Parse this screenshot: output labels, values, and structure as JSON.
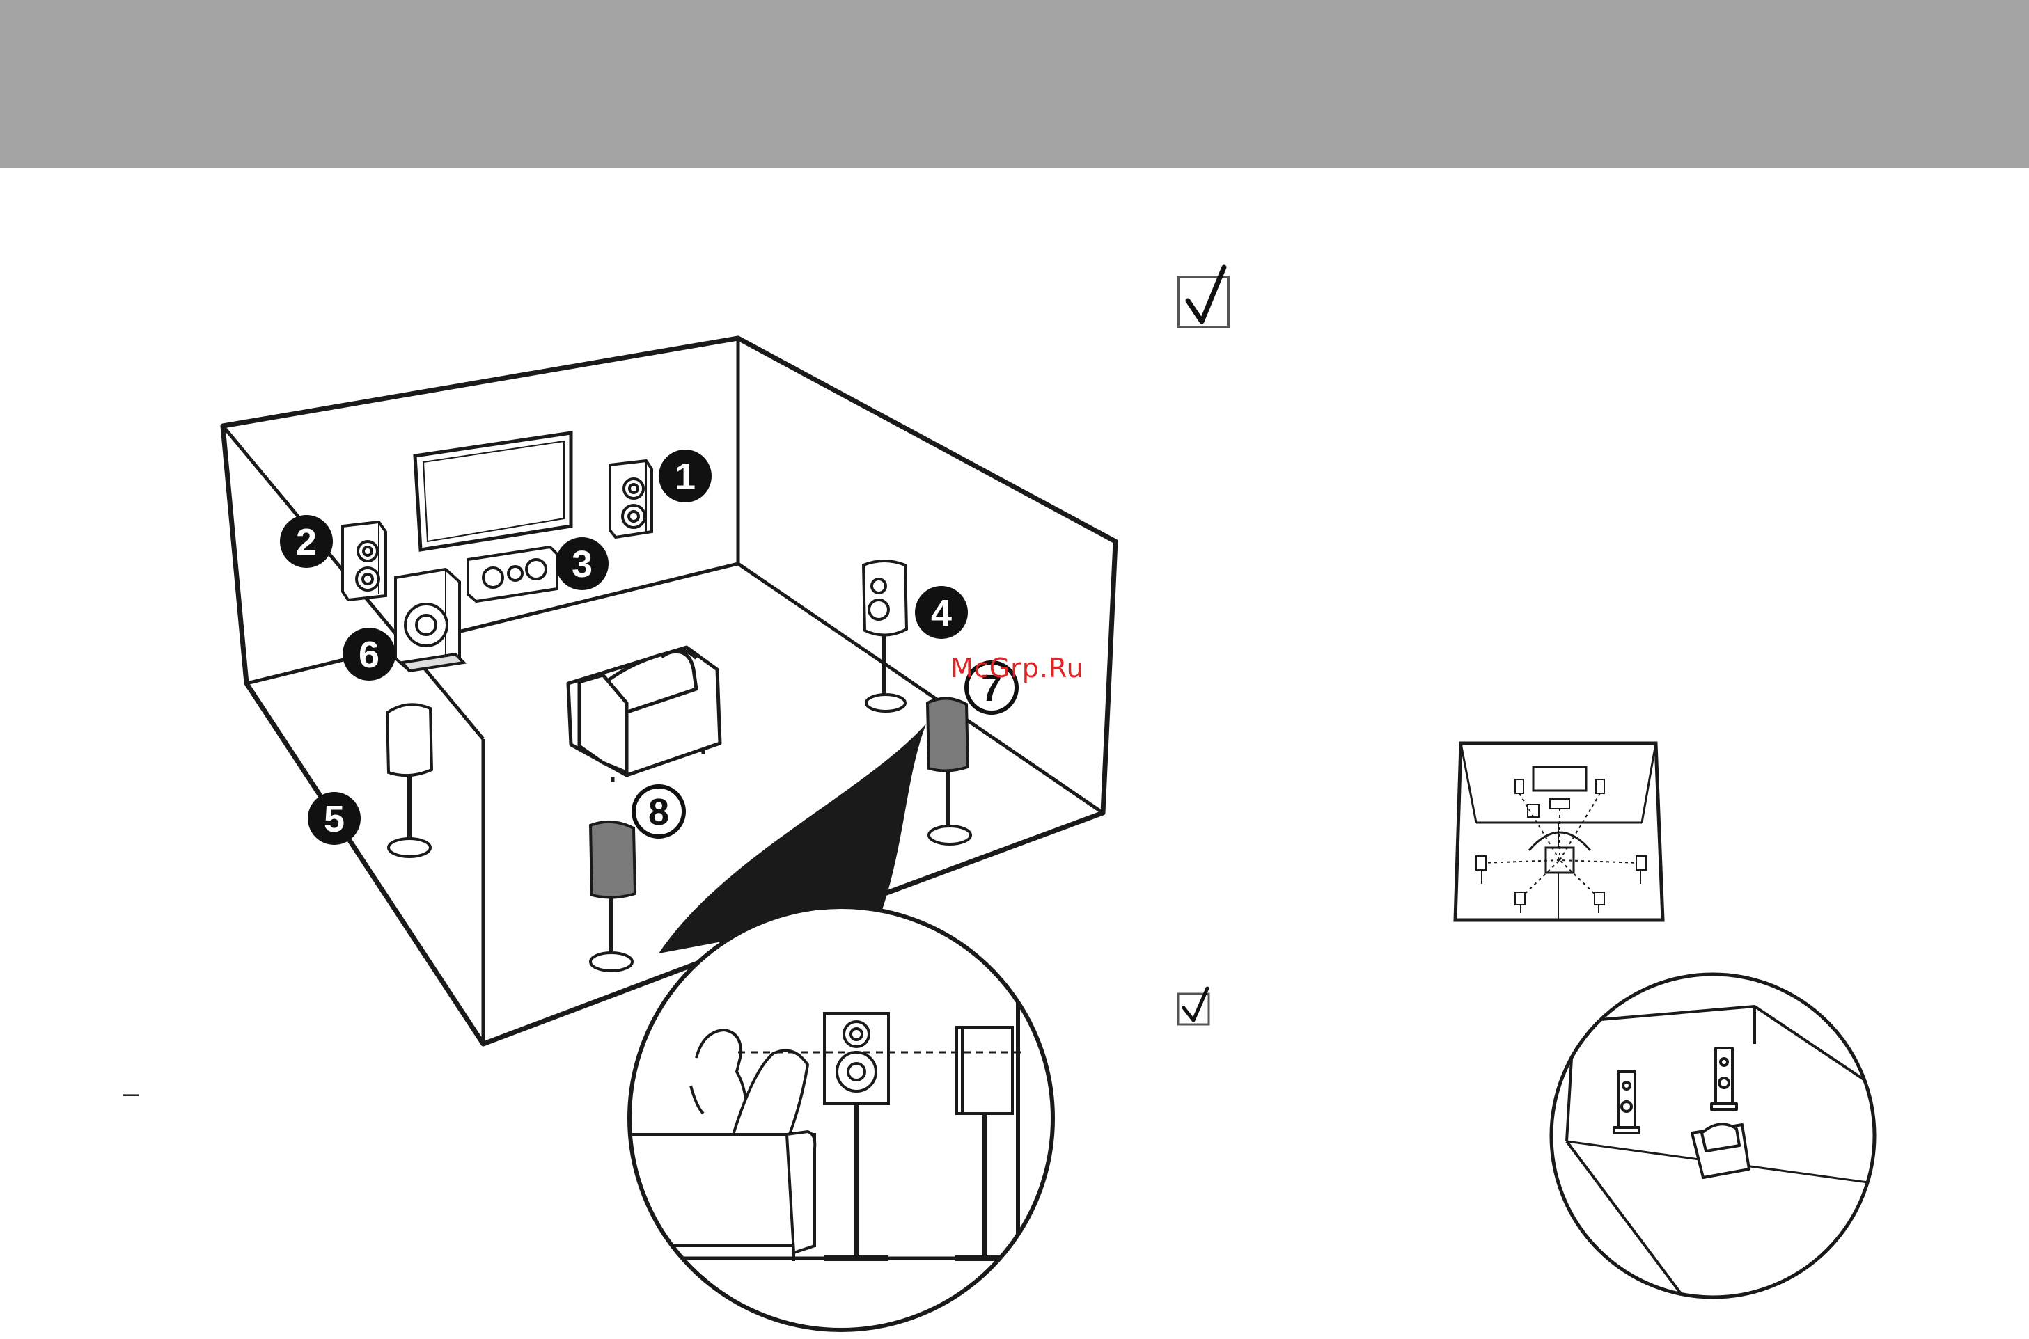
{
  "page": {
    "dash_mark": "–"
  },
  "watermark": {
    "text": "McGrp.Ru",
    "color": "#e02424"
  },
  "header": {
    "band_color": "#a4a4a4"
  },
  "speaker_labels": [
    {
      "id": "front-right",
      "number": "1"
    },
    {
      "id": "front-left",
      "number": "2"
    },
    {
      "id": "center",
      "number": "3"
    },
    {
      "id": "surround-right",
      "number": "4"
    },
    {
      "id": "surround-left",
      "number": "5"
    },
    {
      "id": "subwoofer",
      "number": "6"
    },
    {
      "id": "surround-back-right",
      "number": "7"
    },
    {
      "id": "surround-back-left",
      "number": "8"
    }
  ],
  "icons": {
    "check_large": "checkbox-checked-icon",
    "check_small": "checkbox-checked-icon"
  }
}
